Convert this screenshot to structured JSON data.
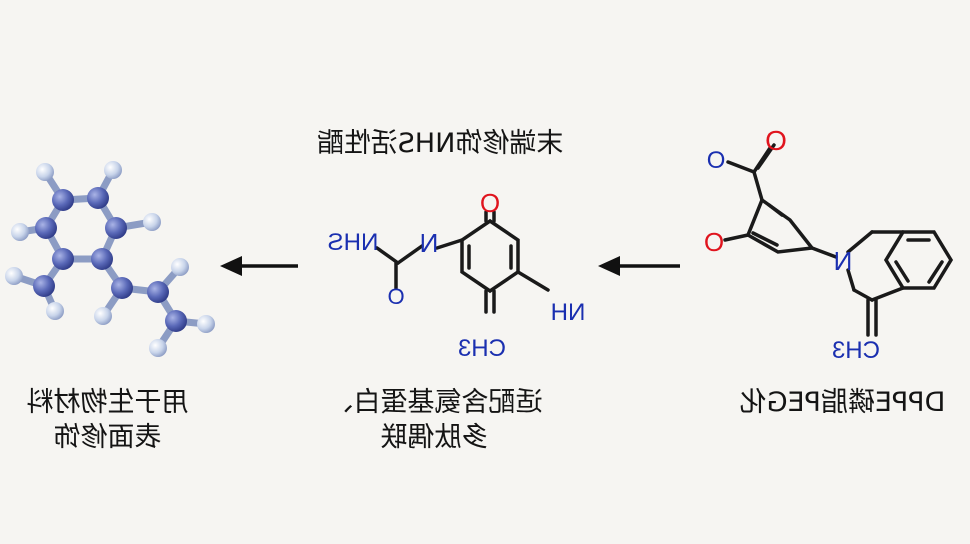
{
  "heading": "末端修饰NHS活性酯",
  "captions": {
    "right": "DPPE磷脂PEG化",
    "middle_line1": "适配含氨基蛋白、",
    "middle_line2": "多肽偶联",
    "left_line1": "用于生物材料",
    "left_line2": "表面修饰"
  },
  "atom_labels": {
    "right_O_top": "O",
    "right_O_carbonyl": "O",
    "right_O_left": "O",
    "right_N": "N",
    "right_CH3": "CH3",
    "mid_O_top": "O",
    "mid_N": "N",
    "mid_NHS": "NHS",
    "mid_O_small": "O",
    "mid_NH": "NH",
    "mid_CH3": "CH3"
  },
  "colors": {
    "bond": "#1a1a1a",
    "oxygen": "#e0141e",
    "nitrogen": "#1a2fb0",
    "atom_blue": "#5a69b8",
    "atom_white": "#c8d4ea",
    "background": "#f6f5f2"
  }
}
